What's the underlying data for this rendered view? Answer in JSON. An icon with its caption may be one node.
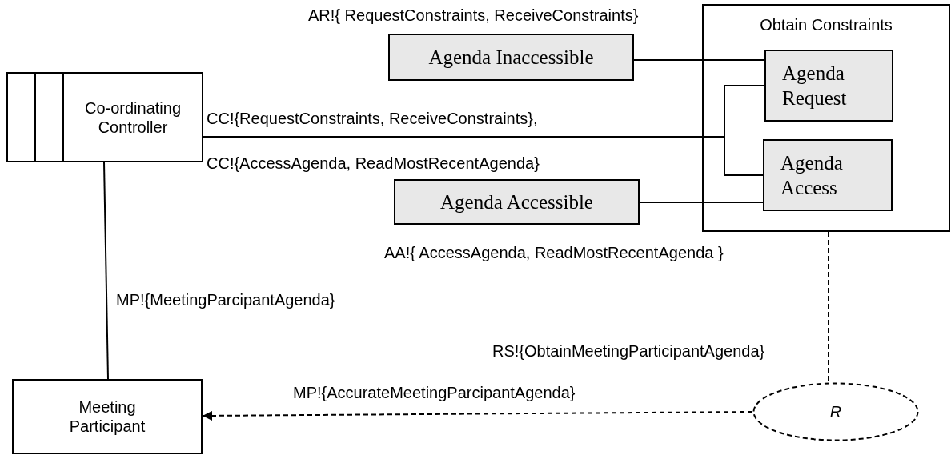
{
  "diagram": {
    "nodes": [
      {
        "text": [
          "Co-ordinating Controller"
        ]
      },
      {
        "text": [
          "Agenda Inaccessible"
        ]
      },
      {
        "text": [
          "Obtain Constraints"
        ]
      },
      {
        "text": [
          "Agenda Request"
        ],
        "in": 2
      },
      {
        "text": [
          "Agenda Access"
        ],
        "in": 2
      },
      {
        "text": [
          "Meeting Participant"
        ]
      },
      {
        "text": [
          "R"
        ]
      },
      {
        "text": [
          "Agenda Accessible"
        ]
      }
    ],
    "edges": [
      {
        "from": 1,
        "to": 3,
        "arrow": "none",
        "label": "AR!{ RequestConstraints, ReceiveConstraints}"
      },
      {
        "from": 0,
        "to": 3,
        "arrow": "none",
        "label": "CC!{RequestConstraints, ReceiveConstraints},"
      },
      {
        "from": 0,
        "to": 4,
        "arrow": "none",
        "label": "CC!{AccessAgenda, ReadMostRecentAgenda}"
      },
      {
        "from": 7,
        "to": 4,
        "arrow": "none",
        "label": "AA!{ AccessAgenda, ReadMostRecentAgenda }"
      },
      {
        "from": 2,
        "to": 6,
        "arrow": "none",
        "style": "dashed",
        "label": "RS!{ObtainMeetingParticipantAgenda}"
      },
      {
        "from": 6,
        "to": 5,
        "arrow": "to",
        "style": "dashed",
        "label": "MP!{AccurateMeetingParcipantAgenda}"
      },
      {
        "from": 0,
        "to": 5,
        "arrow": "none",
        "label": "MP!{MeetingParcipantAgenda}"
      }
    ]
  }
}
